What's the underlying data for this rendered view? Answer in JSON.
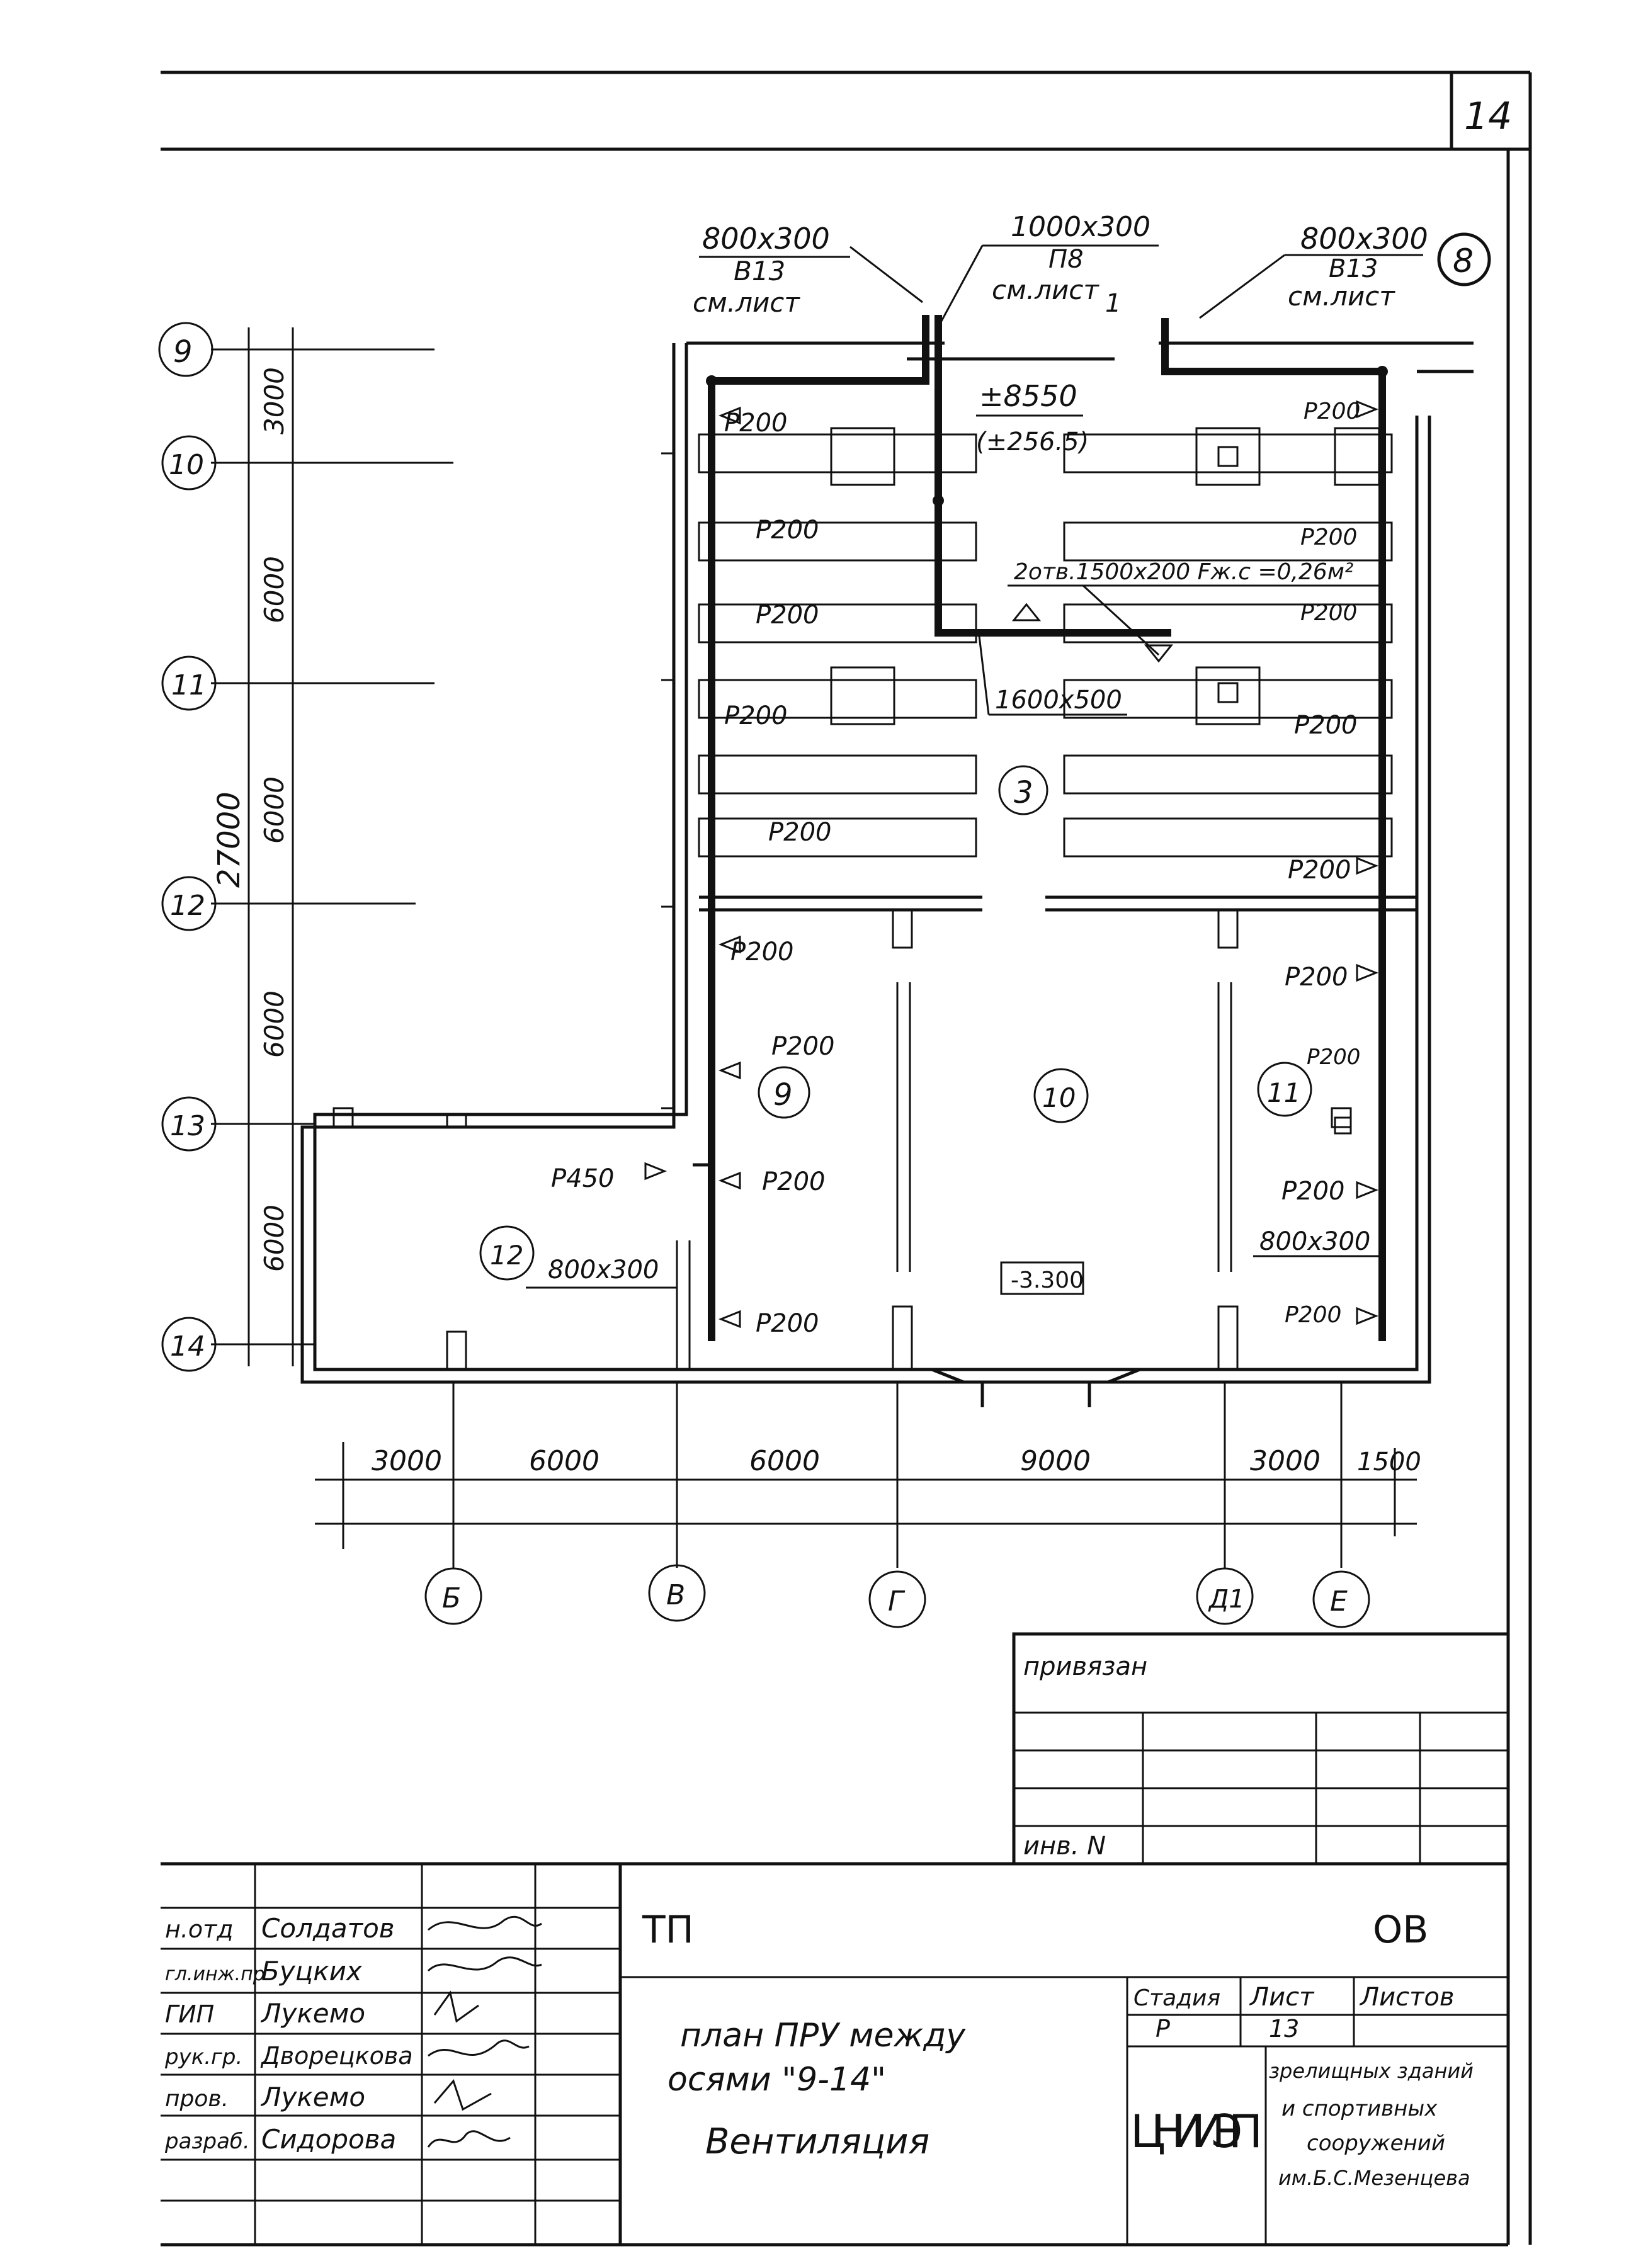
{
  "sheet_number": "14",
  "ducts": {
    "left": {
      "size": "800x300",
      "code": "В13",
      "ref": "см.лист"
    },
    "center": {
      "size": "1000x300",
      "code": "П8",
      "ref": "см.лист",
      "ref_sheet": "1"
    },
    "right": {
      "size": "800x300",
      "code": "В13",
      "ref": "см.лист"
    },
    "right_circle": "8"
  },
  "elevation_top": "±8550",
  "elevation_top_sub": "(±256.5)",
  "opening_note": "2отв.1500x200 Fж.с =0,26м²",
  "duct_1600": "1600x500",
  "duct_800_left": "800x300",
  "duct_800_right": "800x300",
  "elevation_floor": "-3.300",
  "rooms": {
    "r3": "3",
    "r9": "9",
    "r10": "10",
    "r11": "11",
    "r12": "12"
  },
  "grilles": {
    "p200": "P200",
    "p450": "P450"
  },
  "axes_rows": [
    "9",
    "10",
    "11",
    "12",
    "13",
    "14"
  ],
  "axes_cols": [
    "Б",
    "В",
    "Г",
    "Д1",
    "Е"
  ],
  "dims_left": [
    "3000",
    "6000",
    "6000",
    "6000",
    "6000"
  ],
  "dim_total": "27000",
  "dims_bottom": [
    "3000",
    "6000",
    "6000",
    "9000",
    "3000",
    "1500"
  ],
  "stamp": {
    "privyazan": "привязан",
    "inv": "инв. N",
    "code_tp": "ТП",
    "code_ov": "ОВ",
    "title_line1": "план ПРУ между",
    "title_line2": "осями \"9-14\"",
    "title_line3": "Вентиляция",
    "stage_label": "Стадия",
    "sheet_label": "Лист",
    "sheets_label": "Листов",
    "stage": "Р",
    "sheet": "13",
    "org_logo": "ЦНИИЭП",
    "org_line1": "зрелищных зданий",
    "org_line2": "и спортивных",
    "org_line3": "сооружений",
    "org_line4": "им.Б.С.Мезенцева",
    "roles": [
      "н.отд",
      "гл.инж.пр",
      "ГИП",
      "рук.гр.",
      "пров.",
      "разраб."
    ],
    "names": [
      "Солдатов",
      "Буцких",
      "Лукемо",
      "Дворецкова",
      "Лукемо",
      "Сидорова"
    ]
  }
}
